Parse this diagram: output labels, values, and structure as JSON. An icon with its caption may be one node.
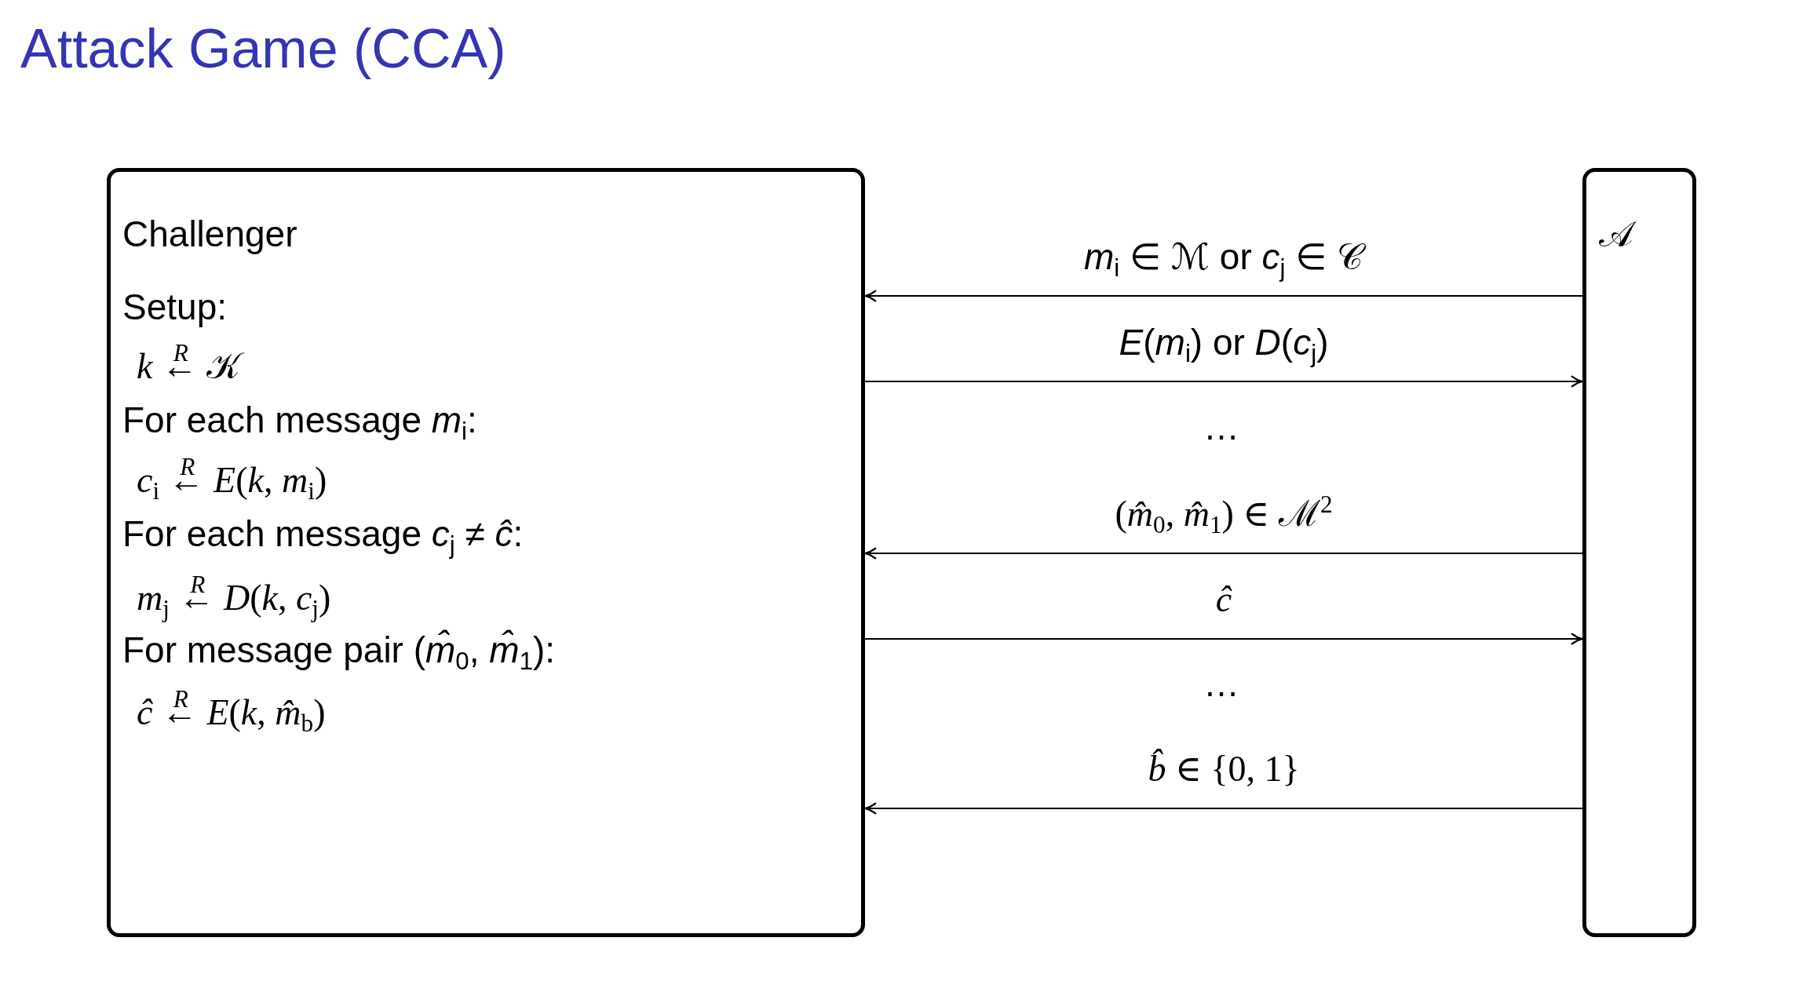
{
  "diagram": {
    "title": "Attack Game (CCA)",
    "nodes": [
      {
        "text": [
          "Challenger",
          "Setup:",
          "*k* ←$^{R}$ 𝒦",
          "For each message *m*$_{i}$:",
          "*c*$_{i}$ ←$^{R}$ *E*(*k*, *m*$_{i}$)",
          "For each message *c*$_{j}$ ≠ *ĉ*:",
          "*m*$_{j}$ ←$^{R}$ *D*(*k*, *c*$_{j}$)",
          "For message pair (*m̂*$_{0}$, *m̂*$_{1}$):",
          "*ĉ* ←$^{R}$ *E*(*k*, *m̂*$_{b}$)"
        ]
      },
      {
        "text": [
          "𝒜"
        ]
      }
    ],
    "edges": [
      {
        "from": 1,
        "to": 0,
        "arrow": "to",
        "label": "*m*$_{i}$ ∈ ℳ or *c*$_{j}$ ∈ 𝒞"
      },
      {
        "from": 0,
        "to": 1,
        "arrow": "to",
        "label": "*E*(*m*$_{i}$) or *D*(*c*$_{j}$)"
      },
      {
        "from": 1,
        "to": 0,
        "arrow": "to",
        "label": "(*m̂*$_{0}$, *m̂*$_{1}$) ∈ ℳ$^{2}$"
      },
      {
        "from": 0,
        "to": 1,
        "arrow": "to",
        "label": "*ĉ*"
      },
      {
        "from": 1,
        "to": 0,
        "arrow": "to",
        "label": "*b̂* ∈ {0, 1}"
      }
    ],
    "labels": [
      "…",
      "…"
    ]
  }
}
